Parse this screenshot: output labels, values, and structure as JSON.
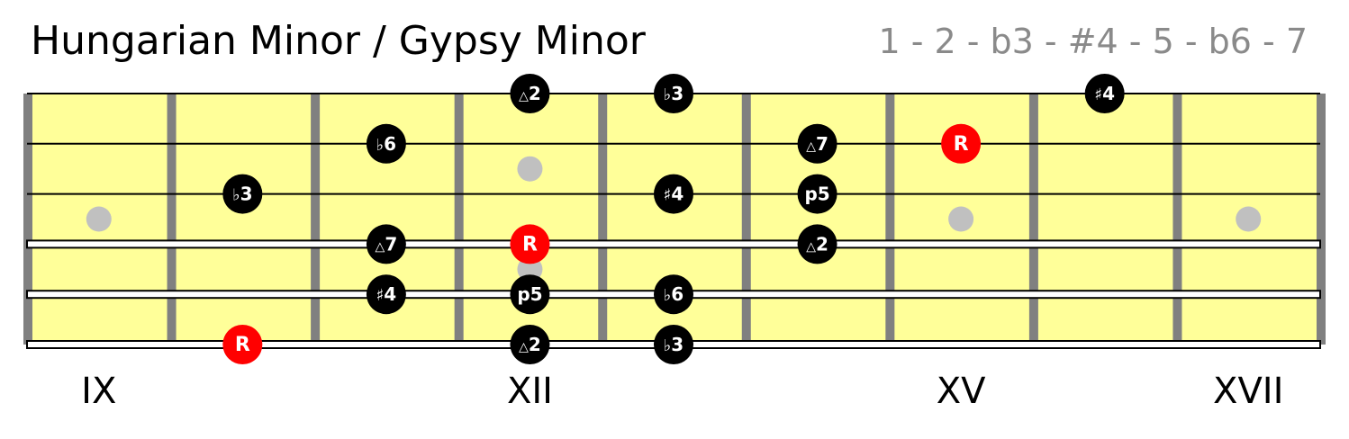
{
  "diagram": {
    "title": "Hungarian Minor / Gypsy Minor",
    "formula": "1 - 2 - b3 - #4 - 5 - b6 - 7",
    "colors": {
      "board": "#ffff99",
      "fret": "#808080",
      "string": "#000000",
      "marker": "#c0c0c0",
      "note": "#000000",
      "root": "#ff0000"
    },
    "fret_labels": [
      {
        "text": "IX",
        "fret": 9
      },
      {
        "text": "XII",
        "fret": 12
      },
      {
        "text": "XV",
        "fret": 15
      },
      {
        "text": "XVII",
        "fret": 17
      }
    ],
    "first_fret": 9,
    "last_fret": 17,
    "strings": 6,
    "inlays": [
      {
        "fret": 9,
        "type": "single"
      },
      {
        "fret": 12,
        "type": "double"
      },
      {
        "fret": 15,
        "type": "single"
      },
      {
        "fret": 17,
        "type": "single"
      }
    ],
    "notes": [
      {
        "string": 1,
        "fret": 12,
        "accidental": "△",
        "label": "2",
        "root": false
      },
      {
        "string": 1,
        "fret": 13,
        "accidental": "♭",
        "label": "3",
        "root": false
      },
      {
        "string": 1,
        "fret": 16,
        "accidental": "♯",
        "label": "4",
        "root": false
      },
      {
        "string": 2,
        "fret": 11,
        "accidental": "♭",
        "label": "6",
        "root": false
      },
      {
        "string": 2,
        "fret": 14,
        "accidental": "△",
        "label": "7",
        "root": false
      },
      {
        "string": 2,
        "fret": 15,
        "accidental": "",
        "label": "R",
        "root": true
      },
      {
        "string": 3,
        "fret": 10,
        "accidental": "♭",
        "label": "3",
        "root": false
      },
      {
        "string": 3,
        "fret": 13,
        "accidental": "♯",
        "label": "4",
        "root": false
      },
      {
        "string": 3,
        "fret": 14,
        "accidental": "",
        "label": "p5",
        "root": false
      },
      {
        "string": 4,
        "fret": 11,
        "accidental": "△",
        "label": "7",
        "root": false
      },
      {
        "string": 4,
        "fret": 12,
        "accidental": "",
        "label": "R",
        "root": true
      },
      {
        "string": 4,
        "fret": 14,
        "accidental": "△",
        "label": "2",
        "root": false
      },
      {
        "string": 5,
        "fret": 11,
        "accidental": "♯",
        "label": "4",
        "root": false
      },
      {
        "string": 5,
        "fret": 12,
        "accidental": "",
        "label": "p5",
        "root": false
      },
      {
        "string": 5,
        "fret": 13,
        "accidental": "♭",
        "label": "6",
        "root": false
      },
      {
        "string": 6,
        "fret": 10,
        "accidental": "",
        "label": "R",
        "root": true
      },
      {
        "string": 6,
        "fret": 12,
        "accidental": "△",
        "label": "2",
        "root": false
      },
      {
        "string": 6,
        "fret": 13,
        "accidental": "♭",
        "label": "3",
        "root": false
      }
    ]
  }
}
